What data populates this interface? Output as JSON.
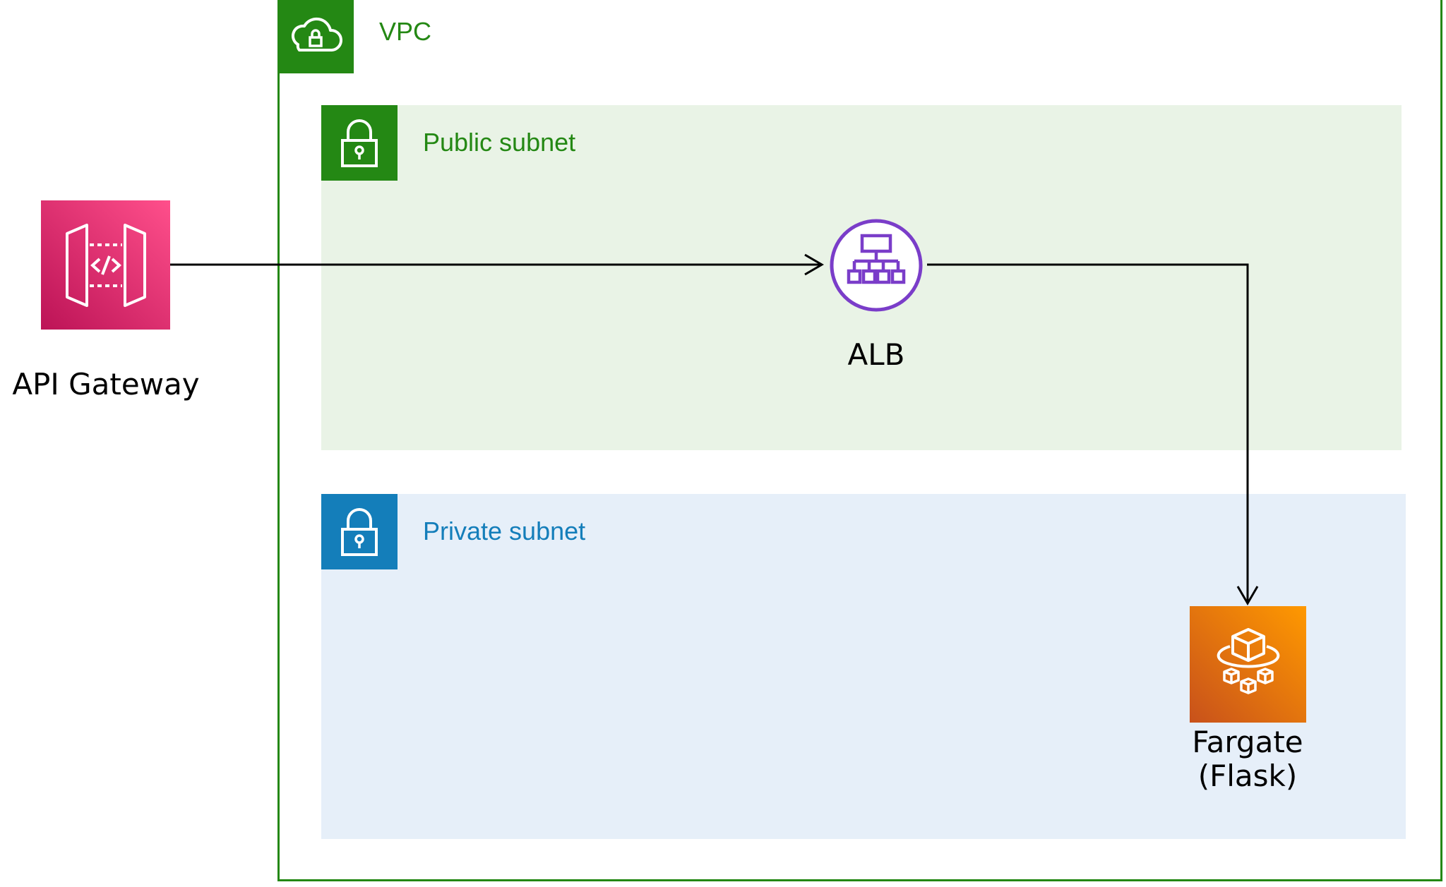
{
  "groups": {
    "vpc": {
      "label": "VPC"
    },
    "public_subnet": {
      "label": "Public subnet"
    },
    "private_subnet": {
      "label": "Private subnet"
    }
  },
  "nodes": {
    "api_gateway": {
      "label": "API Gateway",
      "icon": "api-gateway-icon"
    },
    "alb": {
      "label": "ALB",
      "icon": "load-balancer-icon"
    },
    "fargate": {
      "line1": "Fargate",
      "line2": "(Flask)",
      "icon": "fargate-icon"
    }
  },
  "edges": [
    {
      "from": "API Gateway",
      "to": "ALB"
    },
    {
      "from": "ALB",
      "to": "Fargate (Flask)"
    }
  ],
  "colors": {
    "vpc_green": "#248814",
    "public_subnet_bg": "#e9f3e6",
    "private_subnet_bg": "#e6eff9",
    "private_blue": "#147eba",
    "alb_purple": "#7a3dc9",
    "api_pink": "#ff4f8b",
    "fargate_orange": "#ff9900"
  }
}
